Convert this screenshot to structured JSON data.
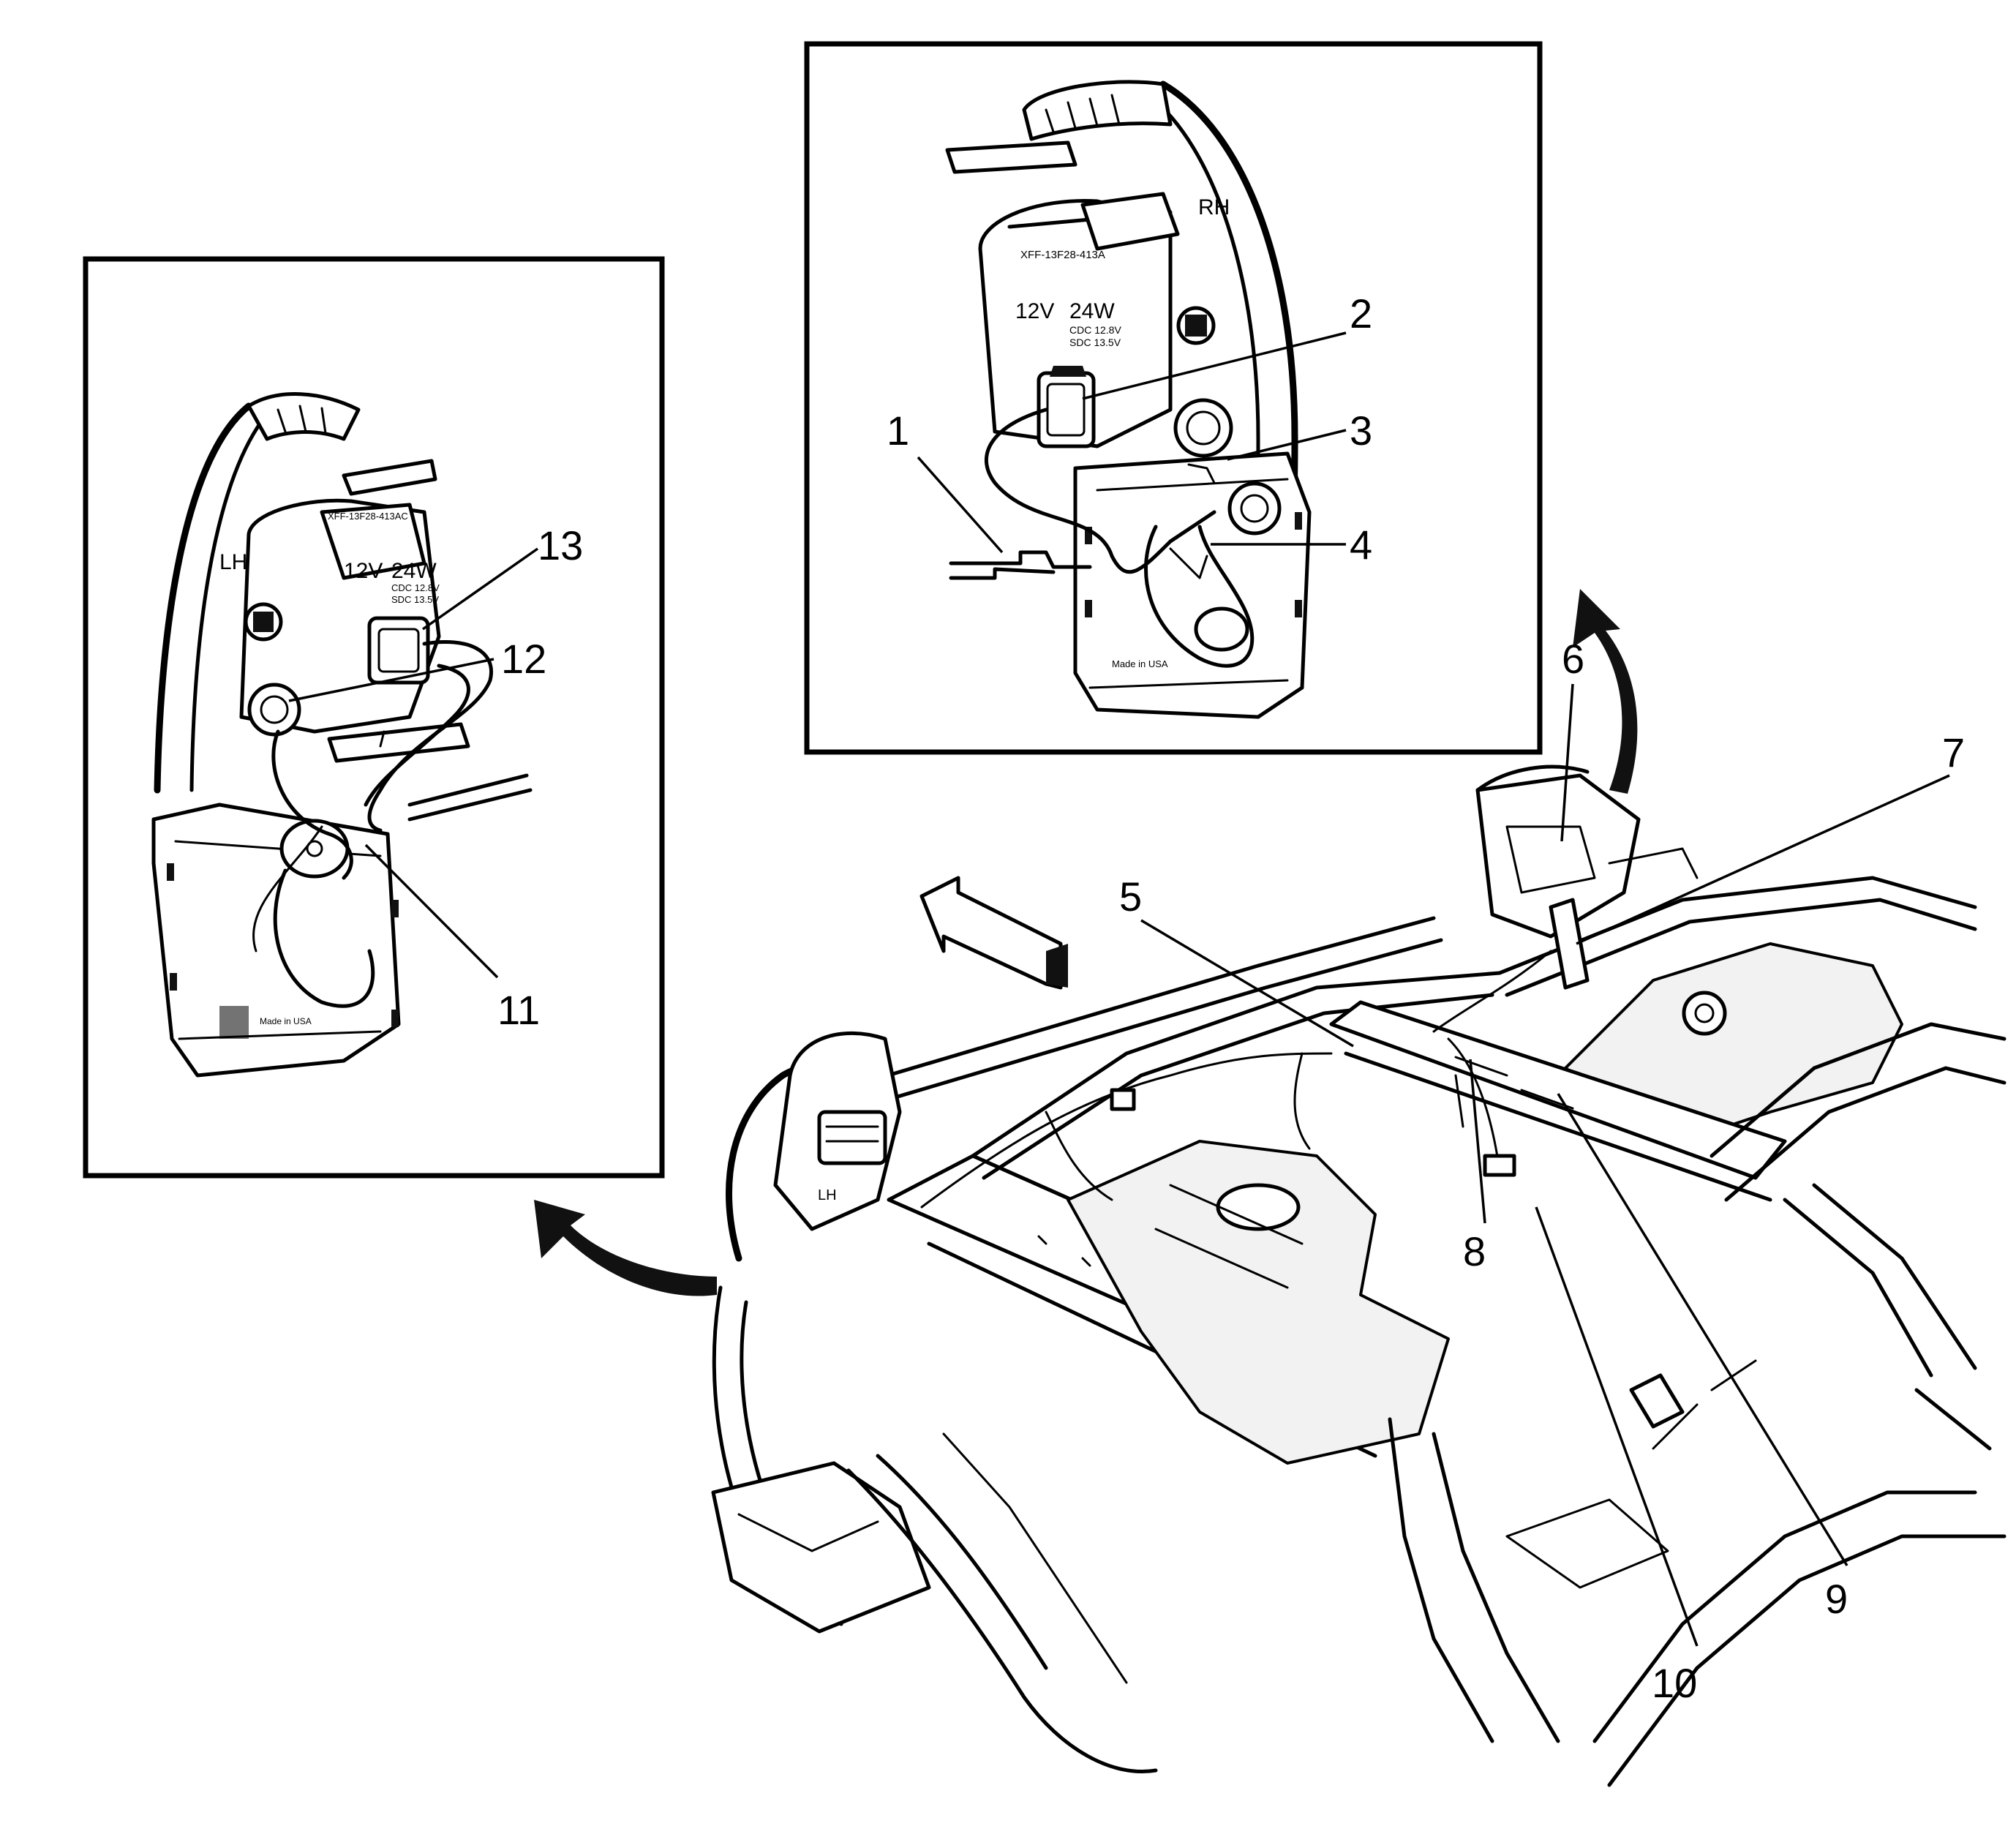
{
  "callouts": [
    {
      "id": "c1",
      "label": "1"
    },
    {
      "id": "c2",
      "label": "2"
    },
    {
      "id": "c3",
      "label": "3"
    },
    {
      "id": "c4",
      "label": "4"
    },
    {
      "id": "c5",
      "label": "5"
    },
    {
      "id": "c6",
      "label": "6"
    },
    {
      "id": "c7",
      "label": "7"
    },
    {
      "id": "c8",
      "label": "8"
    },
    {
      "id": "c9",
      "label": "9"
    },
    {
      "id": "c10",
      "label": "10"
    },
    {
      "id": "c11",
      "label": "11"
    },
    {
      "id": "c12",
      "label": "12"
    },
    {
      "id": "c13",
      "label": "13"
    }
  ],
  "lamp_markings": {
    "rh_side": "RH",
    "lh_side": "LH",
    "lh_chassis": "LH",
    "voltage": "12V",
    "wattage": "24W",
    "rating_line1": "CDC 12.8V",
    "rating_line2": "SDC 13.5V",
    "made_in": "Made in USA"
  },
  "colors": {
    "line": "#000000",
    "background": "#ffffff"
  }
}
